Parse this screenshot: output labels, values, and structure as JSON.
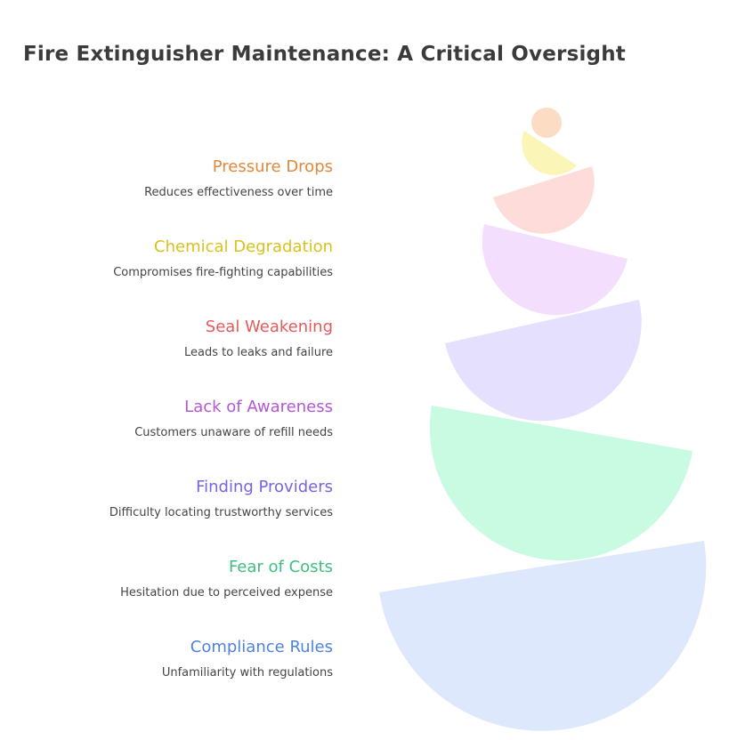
{
  "title": "Fire Extinguisher Maintenance: A Critical Oversight",
  "items": [
    {
      "label": "Pressure Drops",
      "description": "Reduces effectiveness over time",
      "color": "#e0883c"
    },
    {
      "label": "Chemical Degradation",
      "description": "Compromises fire-fighting capabilities",
      "color": "#d9c21c"
    },
    {
      "label": "Seal Weakening",
      "description": "Leads to leaks and failure",
      "color": "#e55b5b"
    },
    {
      "label": "Lack of Awareness",
      "description": "Customers unaware of refill needs",
      "color": "#b357d6"
    },
    {
      "label": "Finding Providers",
      "description": "Difficulty locating trustworthy services",
      "color": "#7a63e0"
    },
    {
      "label": "Fear of Costs",
      "description": "Hesitation due to perceived expense",
      "color": "#3fbf7f"
    },
    {
      "label": "Compliance Rules",
      "description": "Unfamiliarity with regulations",
      "color": "#4f82e0"
    }
  ],
  "stack": {
    "top_circle_color": "#fddcc4",
    "bowl_colors": [
      "#fbf5b8",
      "#fddcda",
      "#f3dffd",
      "#e5e0fd",
      "#c9fbe3",
      "#dde8fd"
    ]
  }
}
